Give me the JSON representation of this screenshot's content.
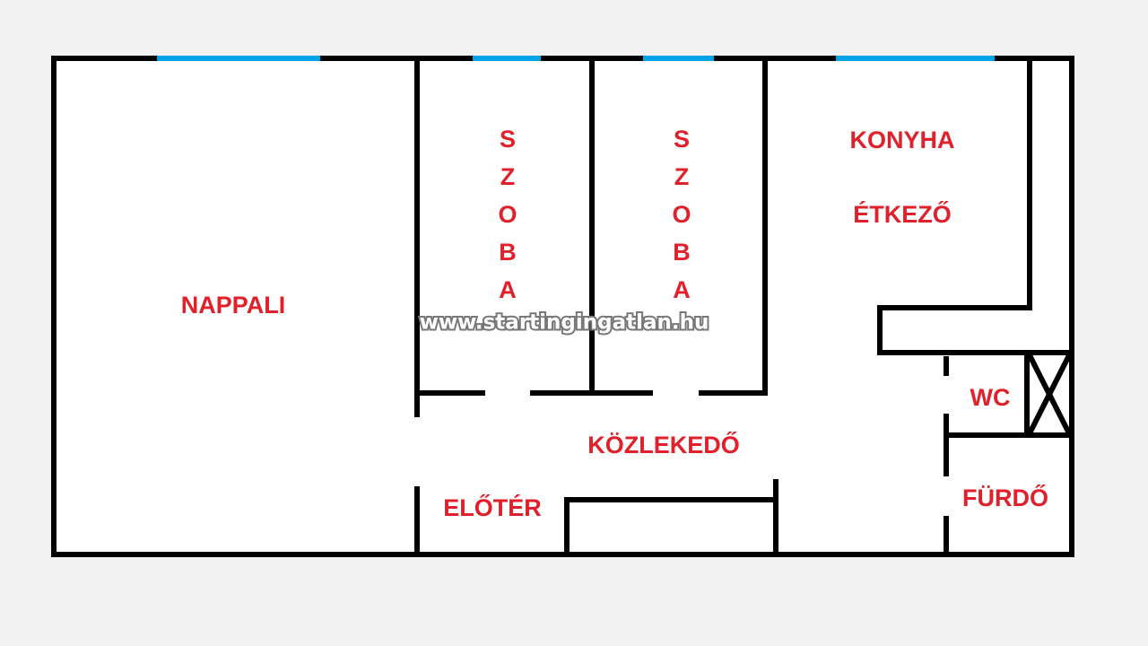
{
  "colors": {
    "wall": "#000000",
    "window": "#00a2e8",
    "label": "#e0202a",
    "floor": "#ffffff",
    "background": "#f2f2f2"
  },
  "rooms": {
    "nappali": "NAPPALI",
    "szoba1": [
      "S",
      "Z",
      "O",
      "B",
      "A"
    ],
    "szoba2": [
      "S",
      "Z",
      "O",
      "B",
      "A"
    ],
    "konyha": "KONYHA",
    "etkezo": "ÉTKEZŐ",
    "wc": "WC",
    "furdo": "FÜRDŐ",
    "kozlekedo": "KÖZLEKEDŐ",
    "eloter": "ELŐTÉR"
  },
  "watermark": "www.startingingatlan.hu"
}
